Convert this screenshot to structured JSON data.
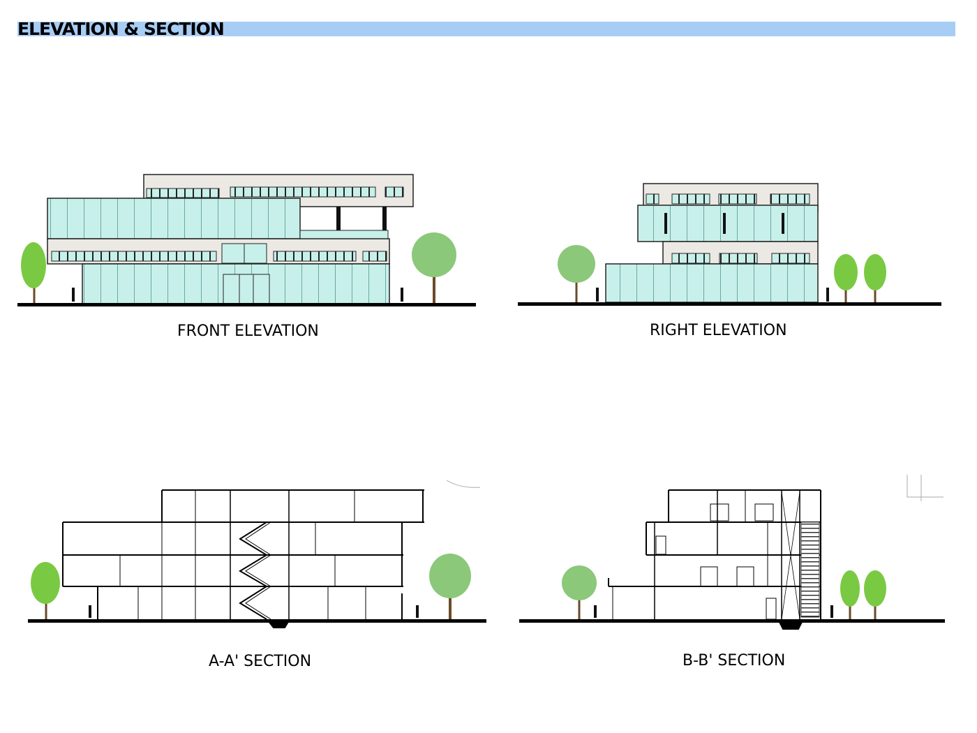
{
  "header": {
    "title": "ELEVATION & SECTION",
    "accent_color": "#a8cdf5"
  },
  "drawings": {
    "front_elevation": {
      "caption": "FRONT ELEVATION"
    },
    "right_elevation": {
      "caption": "RIGHT ELEVATION"
    },
    "section_aa": {
      "caption": "A-A' SECTION"
    },
    "section_bb": {
      "caption": "B-B' SECTION"
    }
  },
  "colors": {
    "glass": "#c8f0ea",
    "wall": "#ece9e4",
    "tree": "#7ac943",
    "ink": "#000000"
  }
}
